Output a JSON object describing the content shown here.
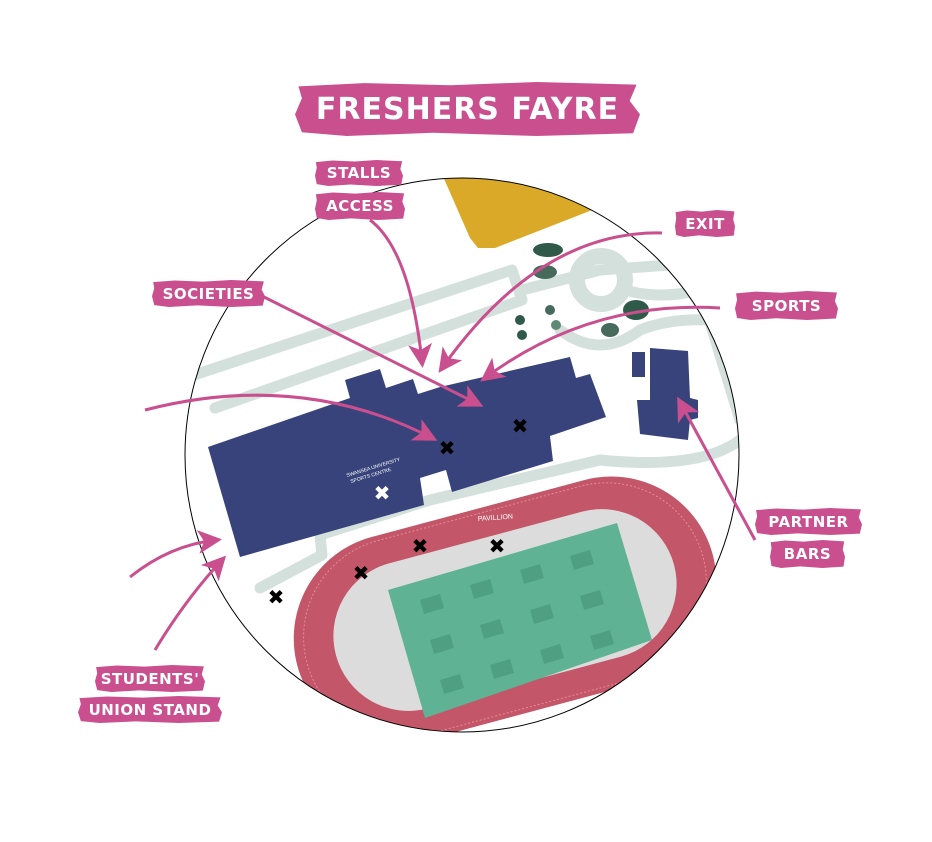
{
  "title": "FRESHERS FAYRE",
  "labels": {
    "stalls": "STALLS",
    "access": "ACCESS",
    "exit": "EXIT",
    "societies": "SOCIETIES",
    "sports": "SPORTS",
    "partner": "PARTNER",
    "bars": "BARS",
    "students": "STUDENTS'",
    "union_stand": "UNION STAND"
  },
  "map_text": {
    "building_line1": "SWANSEA UNIVERSITY",
    "building_line2": "SPORTS CENTRE",
    "pavillion": "PAVILLION"
  },
  "colors": {
    "accent": "#c94f8f",
    "building": "#37437a",
    "track": "#c4566a",
    "field": "#5fb394",
    "road": "#d4e0dc",
    "parking": "#d9a927"
  }
}
